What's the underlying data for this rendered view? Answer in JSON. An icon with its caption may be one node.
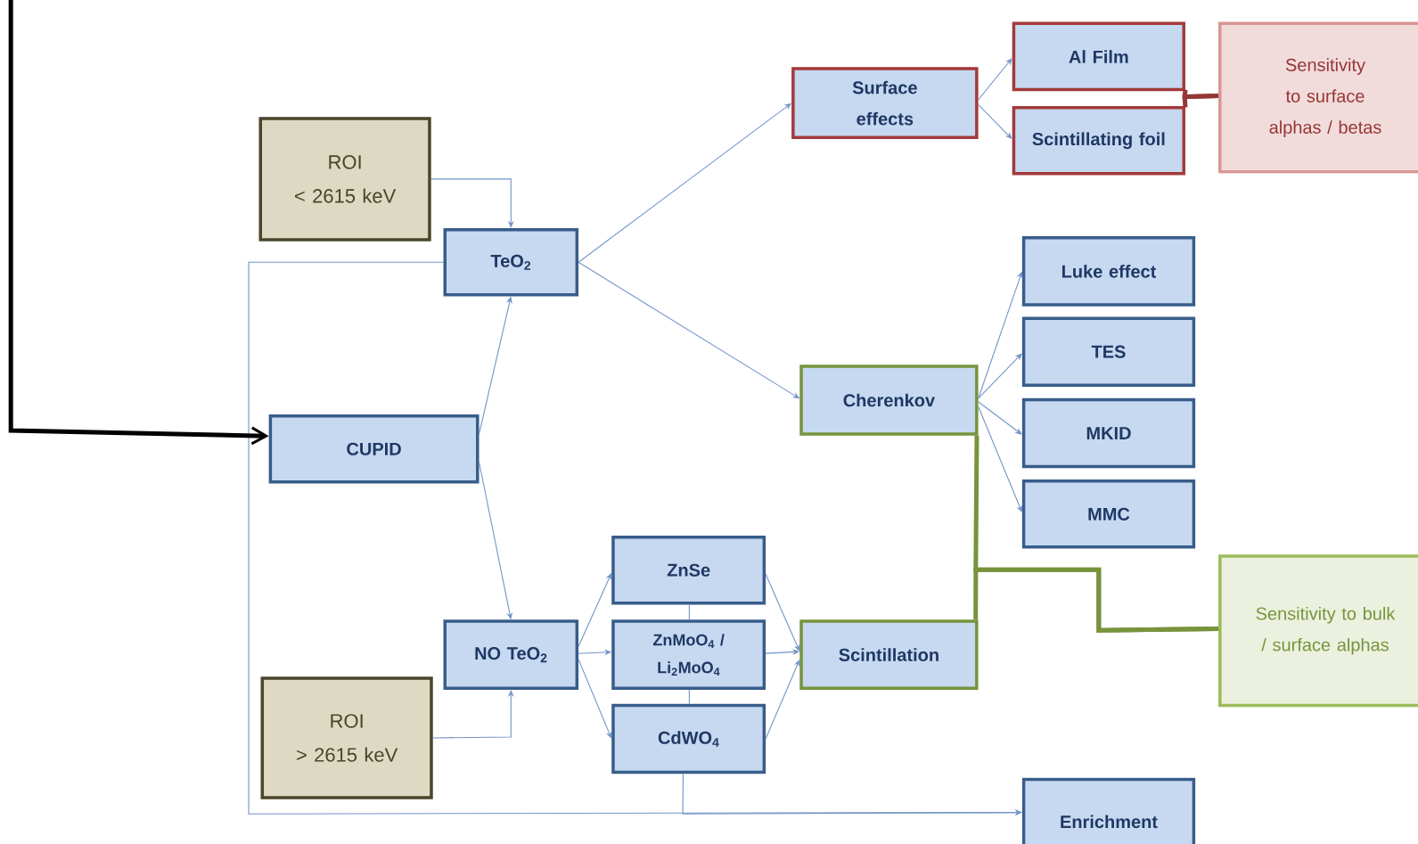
{
  "diagram": {
    "nodes": [
      {
        "text": [
          "ROI",
          "< 2615 keV"
        ]
      },
      {
        "text": [
          "TeO$_{2}$"
        ]
      },
      {
        "text": [
          "CUPID"
        ]
      },
      {
        "text": [
          "ROI",
          "> 2615 keV"
        ]
      },
      {
        "text": [
          "NO TeO$_{2}$"
        ]
      },
      {
        "text": [
          "Surface effects"
        ]
      },
      {
        "text": [
          "Al Film"
        ]
      },
      {
        "text": [
          "Scintillating foil"
        ]
      },
      {
        "text": [
          "Sensitivity to surface alphas / betas"
        ]
      },
      {
        "text": [
          "Cherenkov"
        ]
      },
      {
        "text": [
          "Luke effect"
        ]
      },
      {
        "text": [
          "TES"
        ]
      },
      {
        "text": [
          "MKID"
        ]
      },
      {
        "text": [
          "MMC"
        ]
      },
      {
        "text": [
          "ZnSe"
        ]
      },
      {
        "text": [
          "ZnMoO$_{4}$ / Li$_{2}$MoO$_{4}$"
        ]
      },
      {
        "text": [
          "CdWO$_{4}$"
        ]
      },
      {
        "text": [
          "Scintillation"
        ]
      },
      {
        "text": [
          "Sensitivity to bulk / surface alphas"
        ]
      },
      {
        "text": [
          "Enrichment"
        ]
      }
    ],
    "edges": [
      {
        "from": 0,
        "to": 1,
        "arrow": "to"
      },
      {
        "from": 2,
        "to": 1,
        "arrow": "to"
      },
      {
        "from": 2,
        "to": 4,
        "arrow": "to"
      },
      {
        "from": 3,
        "to": 4,
        "arrow": "to"
      },
      {
        "from": 1,
        "to": 5,
        "arrow": "to"
      },
      {
        "from": 1,
        "to": 9,
        "arrow": "to"
      },
      {
        "from": 5,
        "to": 6,
        "arrow": "to"
      },
      {
        "from": 5,
        "to": 7,
        "arrow": "to"
      },
      {
        "from": 6,
        "to": 8,
        "arrow": "none",
        "style": "thick",
        "color": "#953735"
      },
      {
        "from": 9,
        "to": 10,
        "arrow": "to"
      },
      {
        "from": 9,
        "to": 11,
        "arrow": "to"
      },
      {
        "from": 9,
        "to": 12,
        "arrow": "to"
      },
      {
        "from": 9,
        "to": 13,
        "arrow": "to"
      },
      {
        "from": 9,
        "to": 18,
        "arrow": "none",
        "style": "thick",
        "color": "#77933c"
      },
      {
        "from": 17,
        "to": 18,
        "arrow": "none",
        "style": "thick",
        "color": "#77933c"
      },
      {
        "from": 4,
        "to": 14,
        "arrow": "to"
      },
      {
        "from": 4,
        "to": 15,
        "arrow": "to"
      },
      {
        "from": 4,
        "to": 16,
        "arrow": "to"
      },
      {
        "from": 14,
        "to": 17,
        "arrow": "to"
      },
      {
        "from": 15,
        "to": 17,
        "arrow": "to"
      },
      {
        "from": 16,
        "to": 17,
        "arrow": "to"
      },
      {
        "from": 14,
        "to": 15,
        "arrow": "none"
      },
      {
        "from": 15,
        "to": 16,
        "arrow": "none"
      },
      {
        "from": 1,
        "to": 19,
        "arrow": "to"
      },
      {
        "from": 16,
        "to": 19,
        "arrow": "to"
      },
      {
        "from": null,
        "to": 2,
        "arrow": "to",
        "style": "thick",
        "color": "#000000"
      },
      {
        "from": 7,
        "to": 8,
        "arrow": "none",
        "style": "thick",
        "color": "#953735"
      }
    ]
  }
}
